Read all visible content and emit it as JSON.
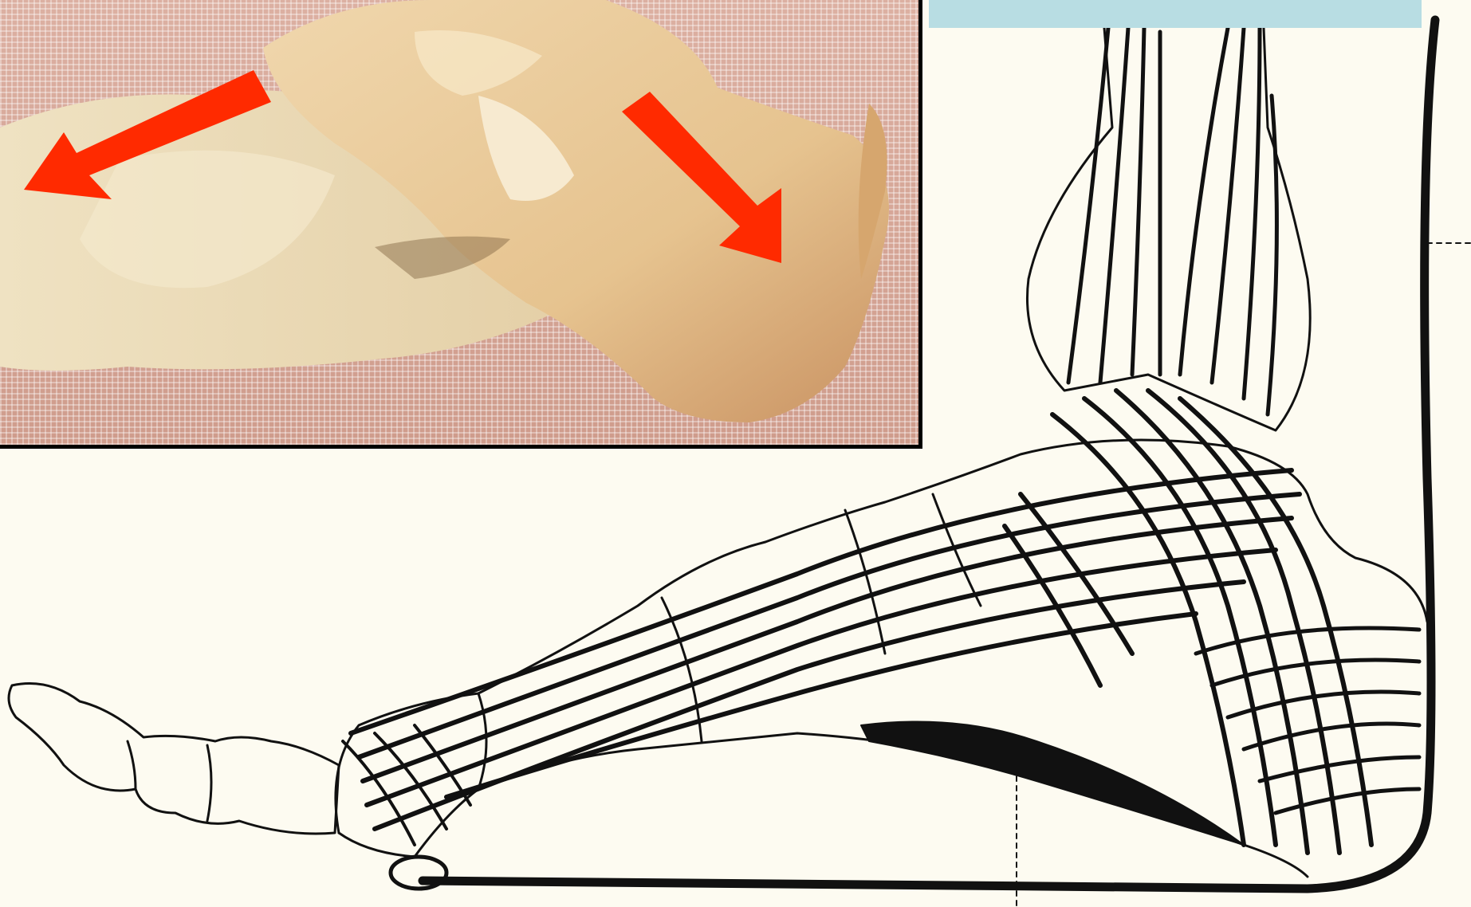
{
  "figure": {
    "panels": [
      "photo-inset",
      "line-drawing"
    ],
    "colors": {
      "background": "#fdfbf1",
      "banner": "#b8dde3",
      "arrow": "#ff2a00",
      "ink": "#111111",
      "bone": "#e8c493",
      "gauze": "#d9a89a"
    },
    "arrows": [
      "left-arrow-pointing-down-left",
      "right-arrow-pointing-down-right"
    ]
  }
}
